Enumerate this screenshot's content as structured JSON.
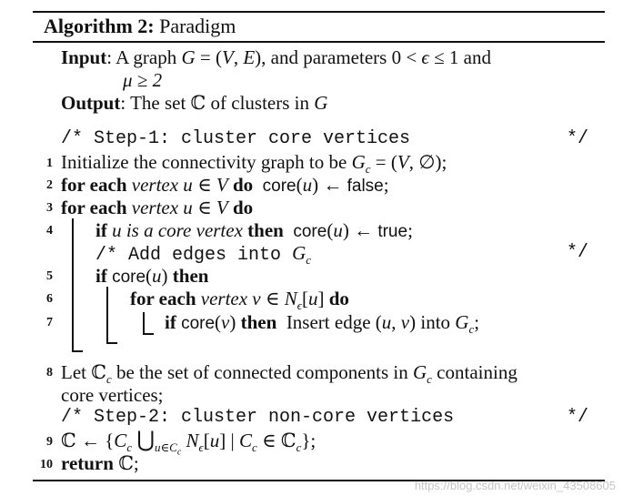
{
  "algorithm": {
    "label": "Algorithm 2:",
    "name": "Paradigm"
  },
  "input": {
    "label": "Input",
    "text_a": "A graph",
    "text_b": ", and parameters",
    "text_c": "and",
    "mu": "μ ≥ 2"
  },
  "output": {
    "label": "Output",
    "text": "The set ℂ of clusters in"
  },
  "step1_comment": "/* Step-1: cluster core vertices",
  "step2_comment": "/* Step-2: cluster non-core vertices",
  "add_edges_comment": "/* Add edges into",
  "comment_end": "*/",
  "lines": {
    "l1": "Initialize the connectivity graph to be",
    "l8a": "Let",
    "l8b": "be the set of connected components in",
    "l8c": "containing",
    "l8d": "core vertices;",
    "false": "false",
    "true": "true",
    "core": "core",
    "insert": "Insert edge",
    "into": "into"
  },
  "keywords": {
    "for_each": "for each",
    "do": "do",
    "if": "if",
    "then": "then",
    "return": "return"
  },
  "line_numbers": [
    "1",
    "2",
    "3",
    "4",
    "5",
    "6",
    "7",
    "8",
    "9",
    "10"
  ],
  "watermark": "https://blog.csdn.net/weixin_43508605"
}
